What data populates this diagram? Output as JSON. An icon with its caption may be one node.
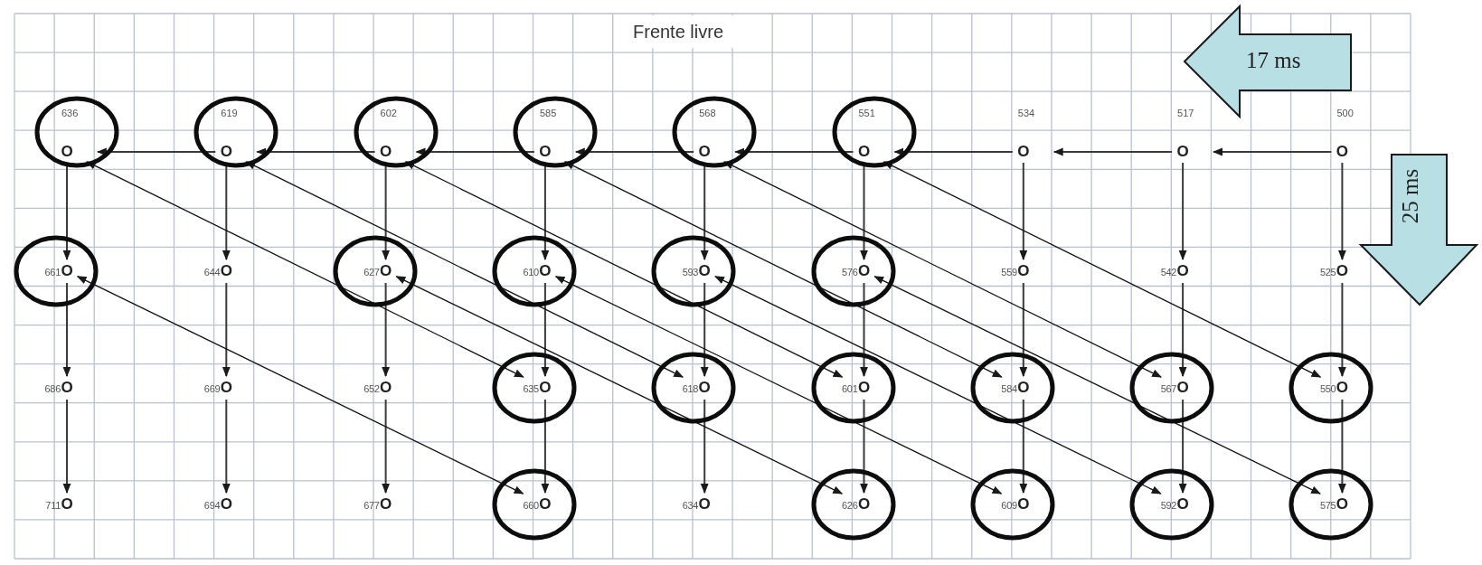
{
  "diagram": {
    "title": "Frente livre",
    "nodes": [
      {
        "text": [],
        "shape": "circle"
      },
      {
        "text": [
          "636",
          "O"
        ],
        "in": 0
      },
      {
        "text": [],
        "shape": "circle"
      },
      {
        "text": [
          "619",
          "O"
        ],
        "in": 2
      },
      {
        "text": [],
        "shape": "circle"
      },
      {
        "text": [
          "602",
          "O"
        ],
        "in": 4
      },
      {
        "text": [],
        "shape": "circle"
      },
      {
        "text": [
          "585",
          "O"
        ],
        "in": 6
      },
      {
        "text": [],
        "shape": "circle"
      },
      {
        "text": [
          "568",
          "O"
        ],
        "in": 8
      },
      {
        "text": [],
        "shape": "circle"
      },
      {
        "text": [
          "551",
          "O"
        ],
        "in": 10
      },
      {
        "text": [
          "534",
          "O"
        ]
      },
      {
        "text": [
          "517",
          "O"
        ]
      },
      {
        "text": [
          "500",
          "O"
        ]
      },
      {
        "text": [],
        "shape": "circle"
      },
      {
        "text": [
          "661",
          "O"
        ],
        "in": 15
      },
      {
        "text": [
          "644",
          "O"
        ]
      },
      {
        "text": [],
        "shape": "circle"
      },
      {
        "text": [
          "627",
          "O"
        ],
        "in": 18
      },
      {
        "text": [],
        "shape": "circle"
      },
      {
        "text": [
          "610",
          "O"
        ],
        "in": 20
      },
      {
        "text": [],
        "shape": "circle"
      },
      {
        "text": [
          "593",
          "O"
        ],
        "in": 22
      },
      {
        "text": [],
        "shape": "circle"
      },
      {
        "text": [
          "576",
          "O"
        ],
        "in": 24
      },
      {
        "text": [
          "559",
          "O"
        ]
      },
      {
        "text": [
          "542",
          "O"
        ]
      },
      {
        "text": [
          "525",
          "O"
        ]
      },
      {
        "text": [
          "686",
          "O"
        ]
      },
      {
        "text": [
          "669",
          "O"
        ]
      },
      {
        "text": [
          "652",
          "O"
        ]
      },
      {
        "text": [],
        "shape": "circle"
      },
      {
        "text": [
          "635",
          "O"
        ],
        "in": 32
      },
      {
        "text": [],
        "shape": "circle"
      },
      {
        "text": [
          "618",
          "O"
        ],
        "in": 34
      },
      {
        "text": [],
        "shape": "circle"
      },
      {
        "text": [
          "601",
          "O"
        ],
        "in": 36
      },
      {
        "text": [],
        "shape": "circle"
      },
      {
        "text": [
          "584",
          "O"
        ],
        "in": 38
      },
      {
        "text": [],
        "shape": "circle"
      },
      {
        "text": [
          "567",
          "O"
        ],
        "in": 40
      },
      {
        "text": [],
        "shape": "circle"
      },
      {
        "text": [
          "550",
          "O"
        ],
        "in": 42
      },
      {
        "text": [
          "711",
          "O"
        ]
      },
      {
        "text": [
          "694",
          "O"
        ]
      },
      {
        "text": [
          "677",
          "O"
        ]
      },
      {
        "text": [],
        "shape": "circle"
      },
      {
        "text": [
          "660",
          "O"
        ],
        "in": 47
      },
      {
        "text": [
          "634",
          "O"
        ]
      },
      {
        "text": [],
        "shape": "circle"
      },
      {
        "text": [
          "626",
          "O"
        ],
        "in": 50
      },
      {
        "text": [],
        "shape": "circle"
      },
      {
        "text": [
          "609",
          "O"
        ],
        "in": 52
      },
      {
        "text": [],
        "shape": "circle"
      },
      {
        "text": [
          "592",
          "O"
        ],
        "in": 54
      },
      {
        "text": [],
        "shape": "circle"
      },
      {
        "text": [
          "575",
          "O"
        ],
        "in": 56
      },
      {
        "text": [
          "17 ms"
        ]
      },
      {
        "text": [
          "25 ms"
        ]
      }
    ],
    "edges": [
      {
        "from": 14,
        "to": 13,
        "arrow": "to"
      },
      {
        "from": 13,
        "to": 12,
        "arrow": "to"
      },
      {
        "from": 12,
        "to": 11,
        "arrow": "to"
      },
      {
        "from": 11,
        "to": 9,
        "arrow": "to"
      },
      {
        "from": 9,
        "to": 7,
        "arrow": "to"
      },
      {
        "from": 7,
        "to": 5,
        "arrow": "to"
      },
      {
        "from": 5,
        "to": 3,
        "arrow": "to"
      },
      {
        "from": 3,
        "to": 1,
        "arrow": "to"
      },
      {
        "from": 1,
        "to": 16,
        "arrow": "to"
      },
      {
        "from": 16,
        "to": 29,
        "arrow": "to"
      },
      {
        "from": 29,
        "to": 44,
        "arrow": "to"
      },
      {
        "from": 3,
        "to": 17,
        "arrow": "to"
      },
      {
        "from": 17,
        "to": 30,
        "arrow": "to"
      },
      {
        "from": 30,
        "to": 45,
        "arrow": "to"
      },
      {
        "from": 5,
        "to": 19,
        "arrow": "to"
      },
      {
        "from": 19,
        "to": 31,
        "arrow": "to"
      },
      {
        "from": 31,
        "to": 46,
        "arrow": "to"
      },
      {
        "from": 7,
        "to": 21,
        "arrow": "to"
      },
      {
        "from": 21,
        "to": 33,
        "arrow": "to"
      },
      {
        "from": 33,
        "to": 48,
        "arrow": "to"
      },
      {
        "from": 9,
        "to": 23,
        "arrow": "to"
      },
      {
        "from": 23,
        "to": 35,
        "arrow": "to"
      },
      {
        "from": 35,
        "to": 49,
        "arrow": "to"
      },
      {
        "from": 11,
        "to": 25,
        "arrow": "to"
      },
      {
        "from": 25,
        "to": 37,
        "arrow": "to"
      },
      {
        "from": 37,
        "to": 51,
        "arrow": "to"
      },
      {
        "from": 12,
        "to": 26,
        "arrow": "to"
      },
      {
        "from": 26,
        "to": 39,
        "arrow": "to"
      },
      {
        "from": 39,
        "to": 53,
        "arrow": "to"
      },
      {
        "from": 13,
        "to": 27,
        "arrow": "to"
      },
      {
        "from": 27,
        "to": 41,
        "arrow": "to"
      },
      {
        "from": 41,
        "to": 55,
        "arrow": "to"
      },
      {
        "from": 14,
        "to": 28,
        "arrow": "to"
      },
      {
        "from": 28,
        "to": 43,
        "arrow": "to"
      },
      {
        "from": 43,
        "to": 57,
        "arrow": "to"
      },
      {
        "from": 1,
        "to": 33,
        "arrow": "both"
      },
      {
        "from": 3,
        "to": 35,
        "arrow": "both"
      },
      {
        "from": 5,
        "to": 37,
        "arrow": "both"
      },
      {
        "from": 7,
        "to": 39,
        "arrow": "both"
      },
      {
        "from": 9,
        "to": 41,
        "arrow": "both"
      },
      {
        "from": 11,
        "to": 43,
        "arrow": "both"
      },
      {
        "from": 16,
        "to": 48,
        "arrow": "both"
      },
      {
        "from": 19,
        "to": 51,
        "arrow": "both"
      },
      {
        "from": 21,
        "to": 53,
        "arrow": "both"
      },
      {
        "from": 23,
        "to": 55,
        "arrow": "both"
      },
      {
        "from": 25,
        "to": 57,
        "arrow": "both"
      }
    ]
  }
}
